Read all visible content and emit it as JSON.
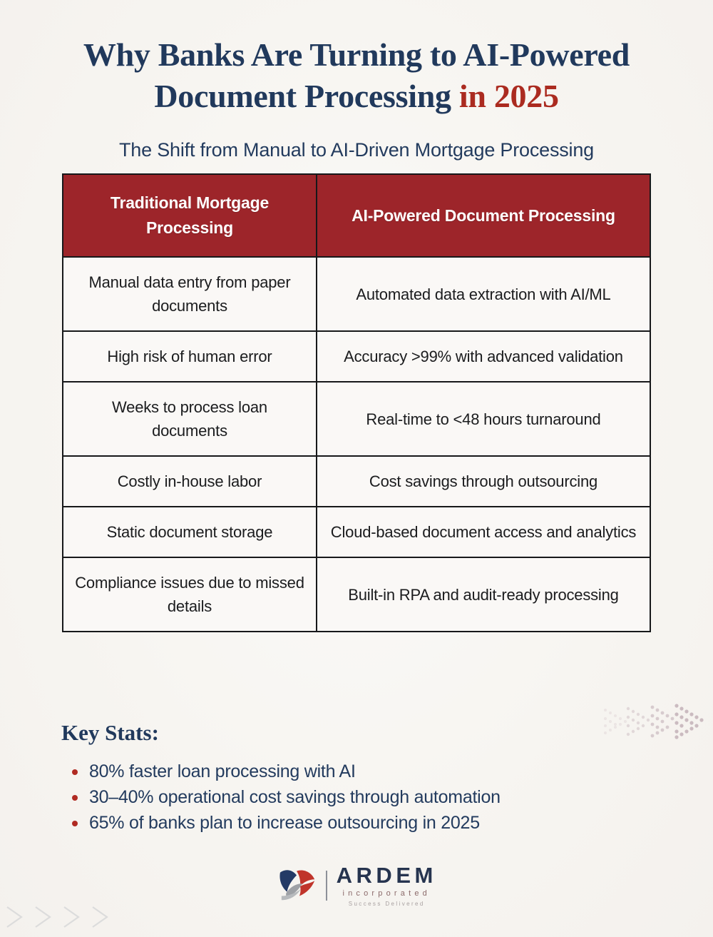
{
  "colors": {
    "background": "#f8f6f3",
    "navy": "#21395c",
    "accent_red": "#ab2b20",
    "header_red": "#9d252a",
    "border": "#17181a",
    "cell_bg": "#faf8f6",
    "bullet_red": "#b02a22"
  },
  "title": {
    "line1": "Why Banks Are Turning to AI-Powered",
    "line2_main": "Document Processing ",
    "line2_accent": "in 2025"
  },
  "subtitle": "The Shift from Manual to AI-Driven Mortgage Processing",
  "table": {
    "headers": [
      "Traditional Mortgage Processing",
      "AI-Powered Document Processing"
    ],
    "rows": [
      {
        "traditional": "Manual data entry from paper documents",
        "ai": "Automated data extraction with AI/ML"
      },
      {
        "traditional": "High risk of human error",
        "ai": "Accuracy >99% with advanced validation"
      },
      {
        "traditional": "Weeks to process loan documents",
        "ai": "Real-time to <48 hours turnaround"
      },
      {
        "traditional": "Costly in-house labor",
        "ai": "Cost savings through outsourcing"
      },
      {
        "traditional": "Static document storage",
        "ai": "Cloud-based document access and analytics"
      },
      {
        "traditional": "Compliance issues due to missed details",
        "ai": "Built-in RPA and audit-ready processing"
      }
    ]
  },
  "key_stats": {
    "heading": "Key Stats:",
    "items": [
      "80% faster loan processing with AI",
      "30–40% operational cost savings through automation",
      "65% of banks plan to increase outsourcing in 2025"
    ]
  },
  "logo": {
    "wordmark": "ARDEM",
    "subtitle": "incorporated",
    "tagline": "Success Delivered"
  }
}
